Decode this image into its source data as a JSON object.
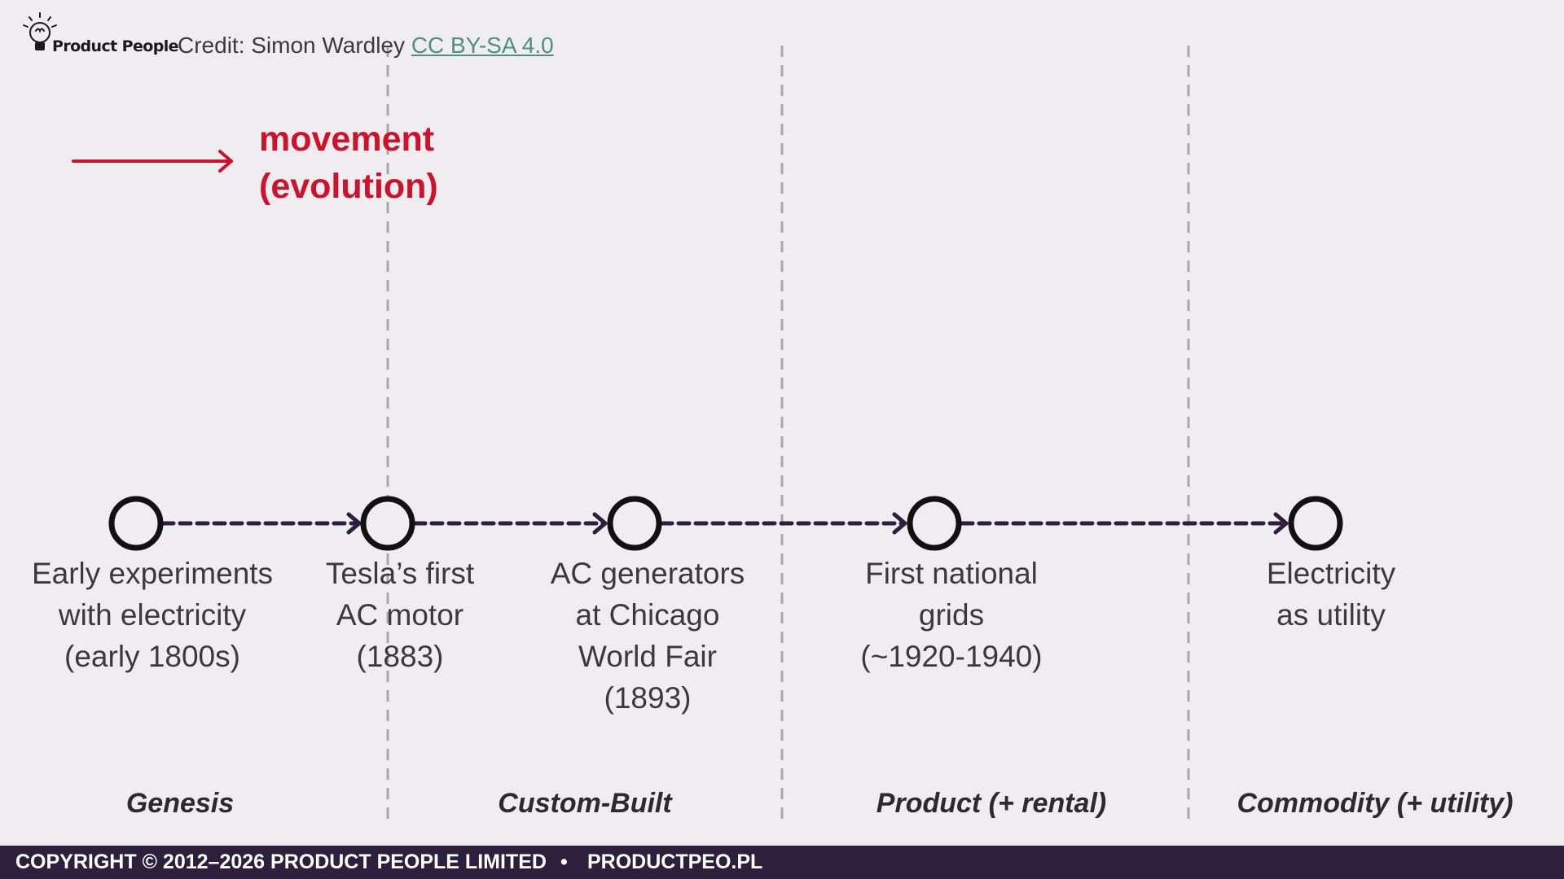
{
  "header": {
    "logo_text": "Product People",
    "logo_icon": "lightbulb-icon",
    "credit_prefix": "Credit: Simon Wardley",
    "credit_link": "CC BY-SA 4.0"
  },
  "legend": {
    "line1": "movement",
    "line2": "(evolution)",
    "color": "#d0112b"
  },
  "nodes": [
    {
      "lines": [
        "Early experiments",
        "with electricity",
        "(early 1800s)"
      ]
    },
    {
      "lines": [
        "Tesla’s first",
        "AC motor",
        "(1883)"
      ]
    },
    {
      "lines": [
        "AC generators",
        "at Chicago",
        "World Fair",
        "(1893)"
      ]
    },
    {
      "lines": [
        "First national",
        "grids",
        "(~1920-1940)"
      ]
    },
    {
      "lines": [
        "Electricity",
        "as utility"
      ]
    }
  ],
  "phases": [
    "Genesis",
    "Custom-Built",
    "Product (+ rental)",
    "Commodity (+ utility)"
  ],
  "footer": {
    "copyright": "COPYRIGHT © 2012–2026  PRODUCT PEOPLE LIMITED",
    "separator": "•",
    "site": "PRODUCTPEO.PL"
  },
  "colors": {
    "background": "#efedf0",
    "node_stroke": "#111111",
    "movement_arrow": "#2e1f3c",
    "footer_bg": "#2e1f3c",
    "link": "#4f8f7c"
  }
}
